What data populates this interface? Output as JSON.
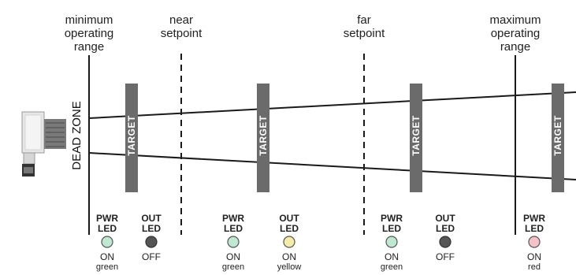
{
  "headers": {
    "minimum": [
      "minimum",
      "operating",
      "range"
    ],
    "near": [
      "near",
      "setpoint"
    ],
    "far": [
      "far",
      "setpoint"
    ],
    "maximum": [
      "maximum",
      "operating",
      "range"
    ]
  },
  "dead_zone": "DEAD ZONE",
  "target_label": "TARGET",
  "led_groups": [
    {
      "label": [
        "PWR",
        "LED"
      ],
      "state": "ON",
      "color_name": "green",
      "fill": "#bfe8d2"
    },
    {
      "label": [
        "OUT",
        "LED"
      ],
      "state": "OFF",
      "color_name": "",
      "fill": "#555555"
    },
    {
      "label": [
        "PWR",
        "LED"
      ],
      "state": "ON",
      "color_name": "green",
      "fill": "#bfe8d2"
    },
    {
      "label": [
        "OUT",
        "LED"
      ],
      "state": "ON",
      "color_name": "yellow",
      "fill": "#f5eca8"
    },
    {
      "label": [
        "PWR",
        "LED"
      ],
      "state": "ON",
      "color_name": "green",
      "fill": "#bfe8d2"
    },
    {
      "label": [
        "OUT",
        "LED"
      ],
      "state": "OFF",
      "color_name": "",
      "fill": "#555555"
    },
    {
      "label": [
        "PWR",
        "LED"
      ],
      "state": "ON",
      "color_name": "red",
      "fill": "#f5c2c7"
    }
  ],
  "colors": {
    "line": "#1a1a1a",
    "target": "#6b6b6b",
    "sensor": "#e6e6e6"
  }
}
